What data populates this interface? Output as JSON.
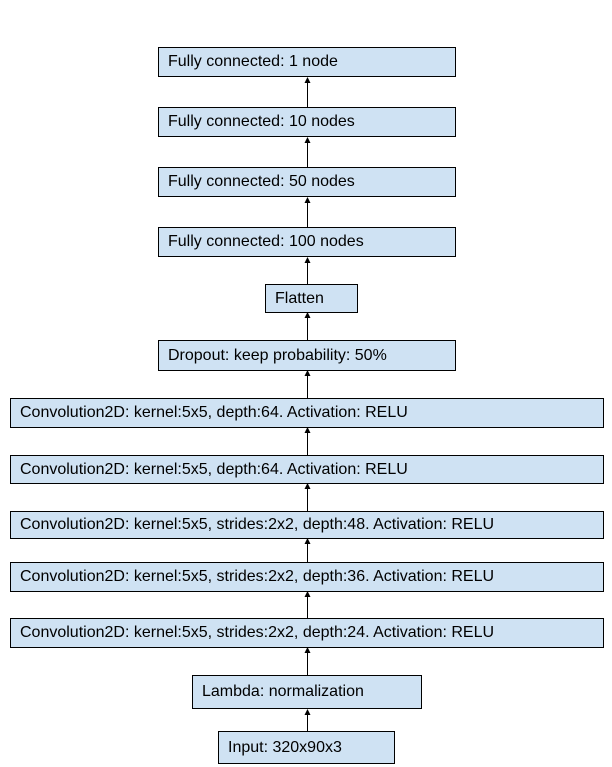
{
  "diagram": {
    "layers": [
      "Fully connected: 1 node",
      "Fully connected: 10 nodes",
      "Fully connected: 50 nodes",
      "Fully connected: 100 nodes",
      "Flatten",
      "Dropout: keep probability: 50%",
      "Convolution2D: kernel:5x5, depth:64. Activation: RELU",
      "Convolution2D: kernel:5x5, depth:64. Activation: RELU",
      "Convolution2D: kernel:5x5, strides:2x2, depth:48. Activation: RELU",
      "Convolution2D: kernel:5x5, strides:2x2, depth:36. Activation: RELU",
      "Convolution2D: kernel:5x5, strides:2x2, depth:24. Activation: RELU",
      "Lambda: normalization",
      "Input: 320x90x3"
    ],
    "colors": {
      "box_fill": "#cfe2f3",
      "box_border": "#000000",
      "arrow": "#000000",
      "text": "#000000"
    }
  }
}
